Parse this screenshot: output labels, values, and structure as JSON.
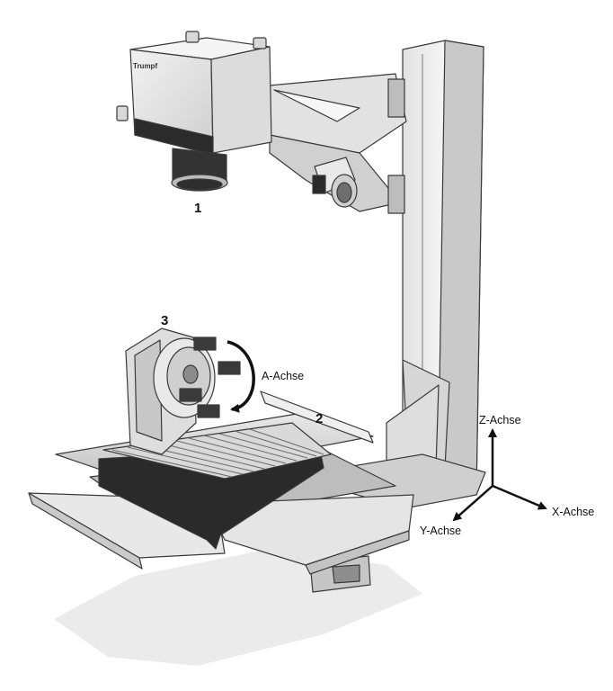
{
  "labels": {
    "part1": "1",
    "part2": "2",
    "part3": "3",
    "a_axis": "A-Achse",
    "z_axis": "Z-Achse",
    "x_axis": "X-Achse",
    "y_axis": "Y-Achse",
    "brand": "Trumpf"
  },
  "colors": {
    "metal_light": "#ececec",
    "metal_mid": "#d2d2d2",
    "metal_dark": "#a8a8a8",
    "edge": "#3a3a3a",
    "black_part": "#222222",
    "shadow": "#e3e3e3",
    "arrow": "#111111"
  }
}
